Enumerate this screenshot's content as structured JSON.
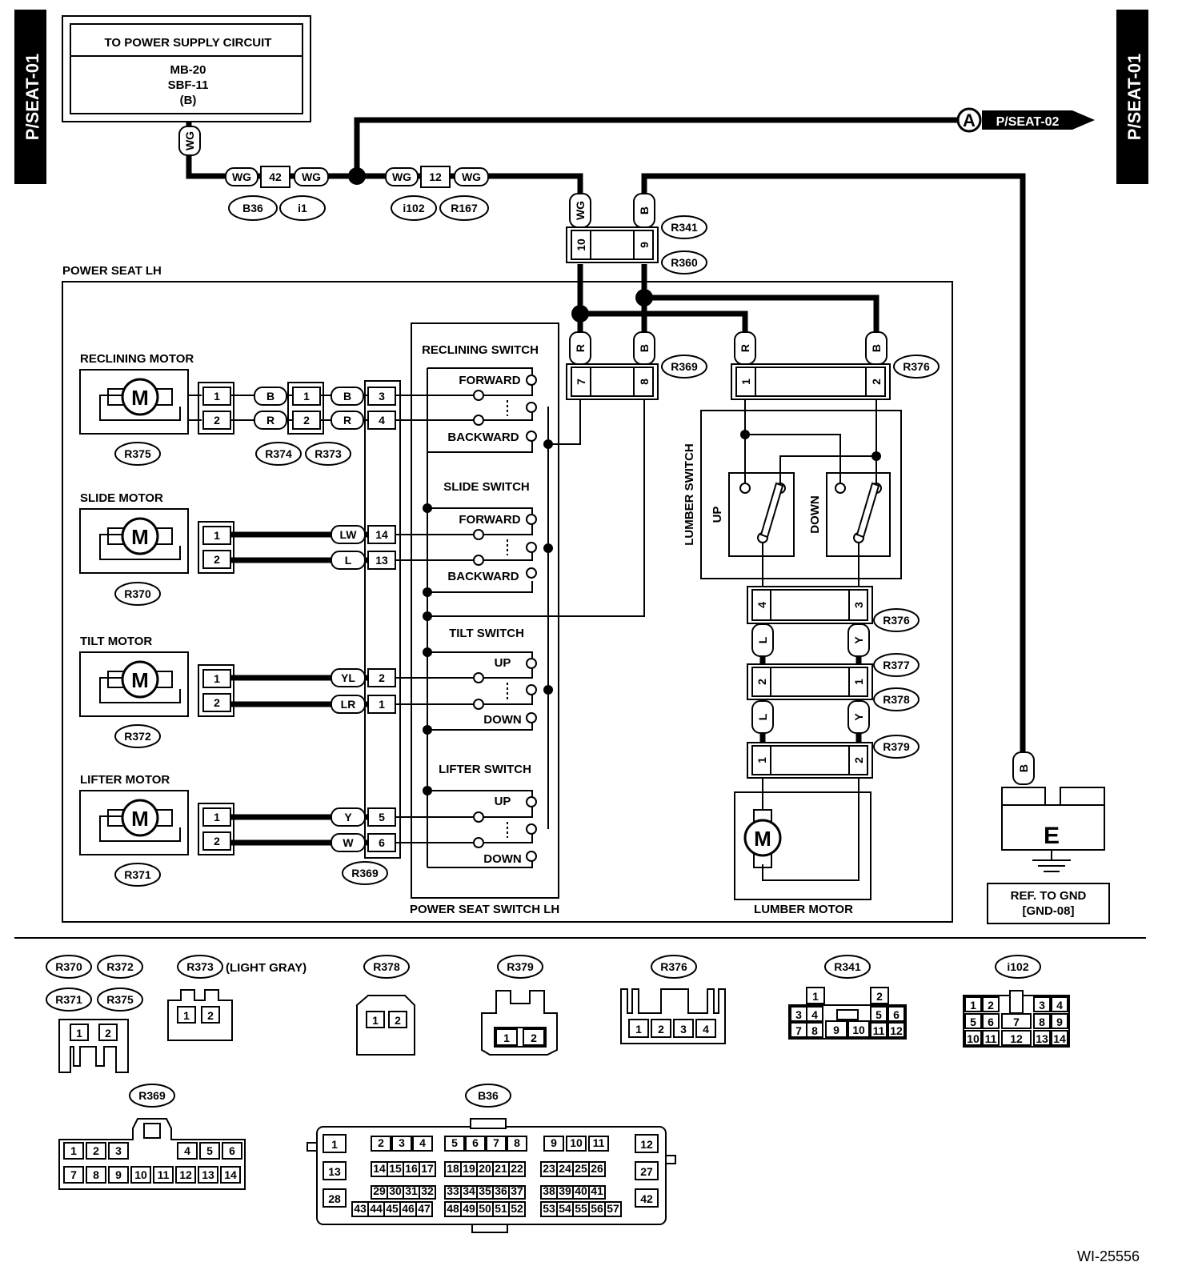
{
  "page_tabs": {
    "left": "P/SEAT-01",
    "right": "P/SEAT-01"
  },
  "power_supply": {
    "title": "TO POWER SUPPLY CIRCUIT",
    "lines": [
      "MB-20",
      "SBF-11",
      "(B)"
    ]
  },
  "wire_colors": {
    "wg": "WG",
    "b": "B",
    "r": "R",
    "lw": "LW",
    "l": "L",
    "yl": "YL",
    "lr": "LR",
    "y": "Y",
    "w": "W"
  },
  "connectors": {
    "b36": "B36",
    "i1": "i1",
    "i102": "i102",
    "r167": "R167",
    "r341": "R341",
    "r360": "R360",
    "r369": "R369",
    "r376": "R376",
    "r377": "R377",
    "r378": "R378",
    "r379": "R379",
    "r370": "R370",
    "r371": "R371",
    "r372": "R372",
    "r373": "R373",
    "r374": "R374",
    "r375": "R375"
  },
  "junction_pins": {
    "b36_i1": "42",
    "i102_r167": "12"
  },
  "offpage": {
    "letter": "A",
    "target": "P/SEAT-02"
  },
  "power_seat_title": "POWER SEAT LH",
  "motors": {
    "reclining": "RECLINING MOTOR",
    "slide": "SLIDE MOTOR",
    "tilt": "TILT MOTOR",
    "lifter": "LIFTER MOTOR",
    "lumber": "LUMBER MOTOR",
    "symbol": "M"
  },
  "switches": {
    "reclining": "RECLINING SWITCH",
    "slide": "SLIDE SWITCH",
    "tilt": "TILT SWITCH",
    "lifter": "LIFTER SWITCH",
    "forward": "FORWARD",
    "backward": "BACKWARD",
    "up": "UP",
    "down": "DOWN",
    "switch_assembly": "POWER SEAT SWITCH LH",
    "lumber": "LUMBER SWITCH",
    "lumber_up": "UP",
    "lumber_down": "DOWN"
  },
  "ground": {
    "letter": "E",
    "ref_line1": "REF. TO GND",
    "ref_line2": "[GND-08]"
  },
  "connector_views": {
    "r373_note": "(LIGHT GRAY)"
  },
  "figure_id": "WI-25556"
}
